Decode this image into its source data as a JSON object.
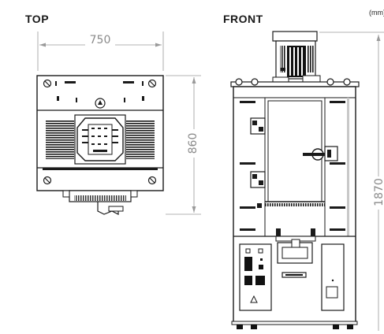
{
  "views": {
    "top": {
      "title": "TOP"
    },
    "front": {
      "title": "FRONT"
    }
  },
  "unit_label": "(mm)",
  "dimensions": {
    "top_width": "750",
    "top_depth": "860",
    "front_height": "1870"
  },
  "colors": {
    "line": "#1a1a1a",
    "dimension": "#9a9a9a",
    "panel_fill": "#f4f4f4",
    "dark": "#111111"
  }
}
